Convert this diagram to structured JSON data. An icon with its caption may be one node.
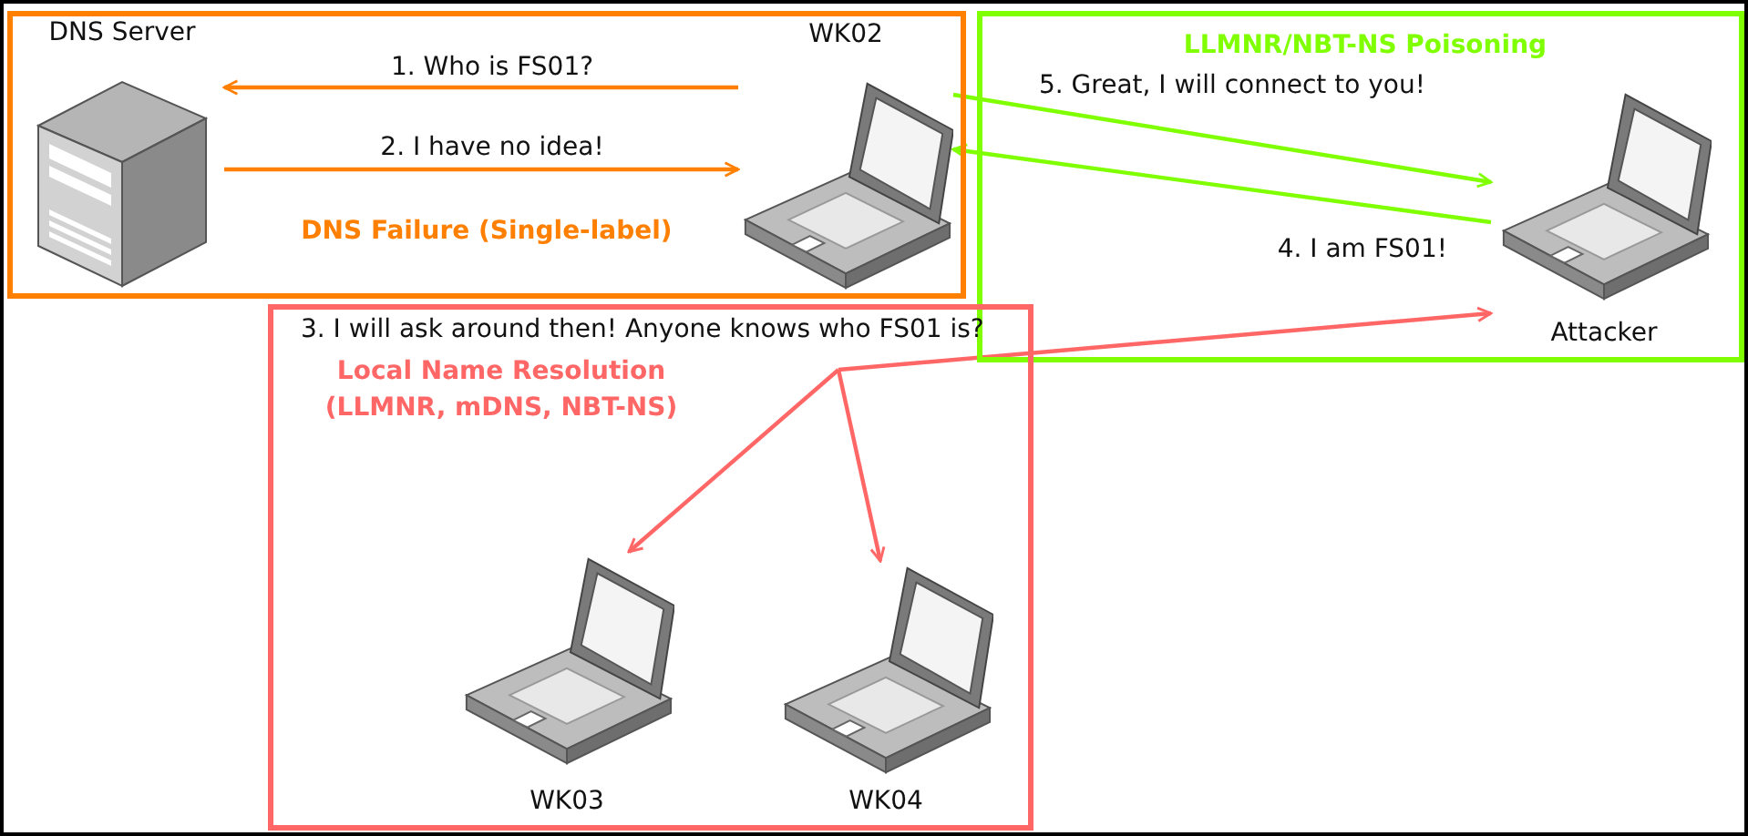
{
  "diagram": {
    "nodes": [
      {
        "text": [
          "DNS Failure (Single-label)"
        ]
      },
      {
        "text": [
          "DNS Server"
        ],
        "in": 0
      },
      {
        "text": [
          "WK02"
        ],
        "in": 0
      },
      {
        "text": [
          "LLMNR/NBT-NS Poisoning"
        ]
      },
      {
        "text": [
          "Attacker"
        ],
        "in": 3
      },
      {
        "text": [
          "Local Name Resolution (LLMNR, mDNS, NBT-NS)"
        ]
      },
      {
        "text": [
          "WK03"
        ],
        "in": 5
      },
      {
        "text": [
          "WK04"
        ],
        "in": 5
      }
    ],
    "edges": [
      {
        "from": 2,
        "to": 1,
        "arrow": "to",
        "label": "1. Who is FS01?",
        "color": "#ff7f00"
      },
      {
        "from": 1,
        "to": 2,
        "arrow": "to",
        "label": "2. I have no idea!",
        "color": "#ff7f00"
      },
      {
        "from": 4,
        "to": 2,
        "arrow": "to",
        "label": "4. I am FS01!",
        "color": "#80ff00"
      },
      {
        "from": 2,
        "to": 4,
        "arrow": "to",
        "label": "5. Great, I will connect to you!",
        "color": "#80ff00"
      },
      {
        "from": null,
        "to": 4,
        "arrow": "to",
        "color": "#ff6666"
      },
      {
        "from": null,
        "to": 6,
        "arrow": "to",
        "color": "#ff6666"
      },
      {
        "from": null,
        "to": 7,
        "arrow": "to",
        "color": "#ff6666"
      }
    ],
    "labels": [
      "3. I will ask around then! Anyone knows who FS01 is?"
    ]
  }
}
